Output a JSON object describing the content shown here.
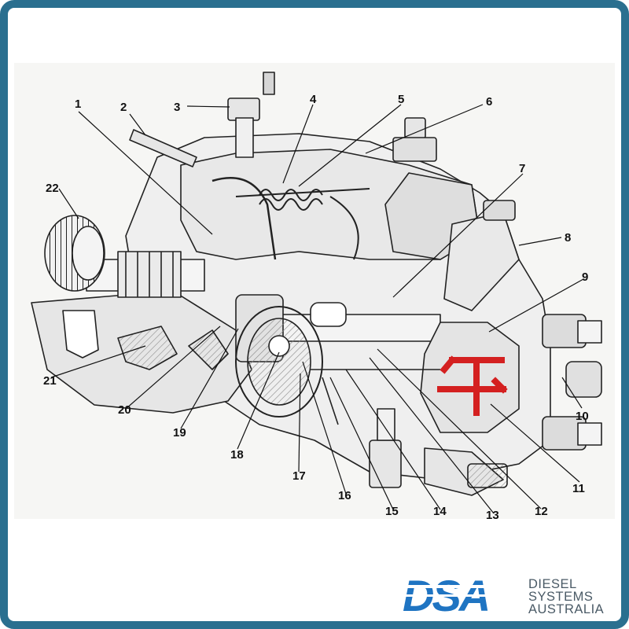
{
  "diagram": {
    "part_numbers": [
      "1",
      "2",
      "3",
      "4",
      "5",
      "6",
      "7",
      "8",
      "9",
      "10",
      "11",
      "12",
      "13",
      "14",
      "15",
      "16",
      "17",
      "18",
      "19",
      "20",
      "21",
      "22"
    ]
  },
  "logo": {
    "mark": "DSA",
    "line1": "DIESEL",
    "line2": "SYSTEMS",
    "line3": "AUSTRALIA"
  },
  "colors": {
    "frame": "#2a6f8f",
    "highlight": "#d42020",
    "logo_blue": "#1f74c2",
    "logo_text": "#4a5a66"
  }
}
